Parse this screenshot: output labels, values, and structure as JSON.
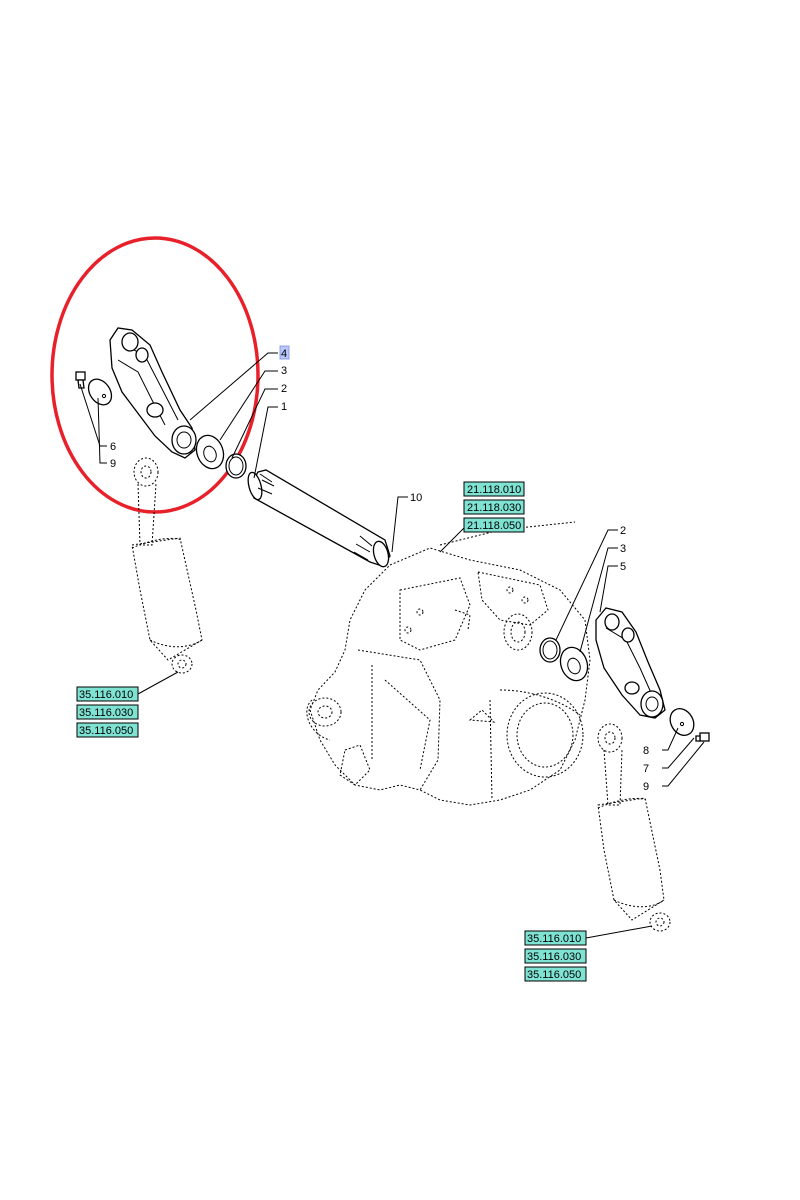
{
  "colors": {
    "highlight_circle": "#e8202a",
    "reference_fill": "#7fe3d3",
    "selected_label_fill": "#b9c6ff"
  },
  "labels": {
    "top_left": {
      "item_4": "4",
      "item_3": "3",
      "item_2": "2",
      "item_1": "1",
      "item_6": "6",
      "item_9": "9"
    },
    "center": {
      "item_10": "10"
    },
    "right": {
      "item_2": "2",
      "item_3": "3",
      "item_5": "5",
      "item_8": "8",
      "item_7": "7",
      "item_9": "9"
    }
  },
  "references": {
    "center_group": [
      "21.118.010",
      "21.118.030",
      "21.118.050"
    ],
    "left_group": [
      "35.116.010",
      "35.116.030",
      "35.116.050"
    ],
    "right_group": [
      "35.116.010",
      "35.116.030",
      "35.116.050"
    ]
  },
  "icons": {
    "highlight": "red-ellipse-icon",
    "arm": "lift-arm-icon",
    "cylinder": "hydraulic-cylinder-icon",
    "shaft": "splined-shaft-icon",
    "housing": "transmission-housing-icon"
  }
}
